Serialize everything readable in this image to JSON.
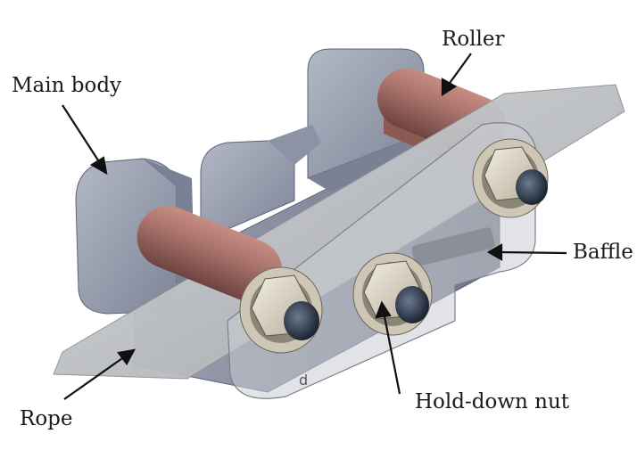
{
  "labels": {
    "main_body": "Main body",
    "roller": "Roller",
    "baffle": "Baffle",
    "hold_down_nut": "Hold-down nut",
    "rope": "Rope"
  },
  "colors": {
    "body_gray": "#8f96a8",
    "roller_copper": "#a9746e",
    "rope_gray": "#b9bcc0",
    "baffle_tint": "#c9ccd2"
  }
}
